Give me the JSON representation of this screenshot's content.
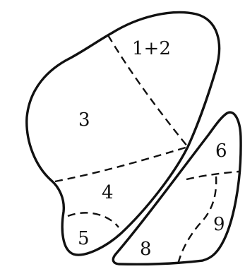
{
  "segments": {
    "s1_2": "1+2",
    "s3": "3",
    "s4": "4",
    "s5": "5",
    "s6": "6",
    "s8": "8",
    "s9": "9"
  }
}
